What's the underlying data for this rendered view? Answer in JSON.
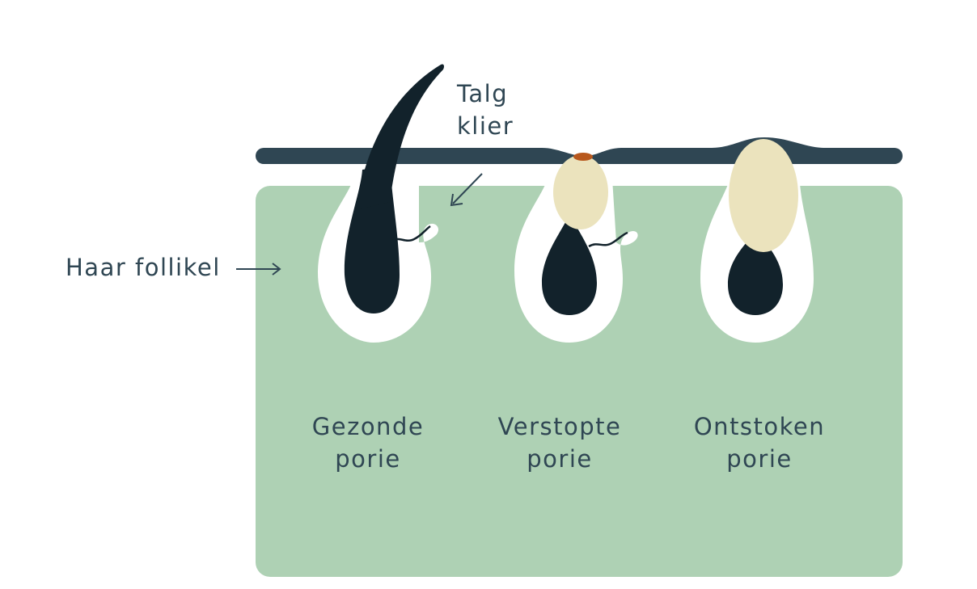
{
  "colors": {
    "skin": "#aed1b4",
    "surface": "#2f4653",
    "follicle": "#12222b",
    "sebum": "#ebe3bd",
    "plug": "#b8581d",
    "text": "#2f4653",
    "background": "#ffffff"
  },
  "labels": {
    "sebaceous_gland": [
      "Talg",
      "klier"
    ],
    "hair_follicle": "Haar follikel",
    "healthy_pore": [
      "Gezonde",
      "porie"
    ],
    "clogged_pore": [
      "Verstopte",
      "porie"
    ],
    "inflamed_pore": [
      "Ontstoken",
      "porie"
    ]
  }
}
